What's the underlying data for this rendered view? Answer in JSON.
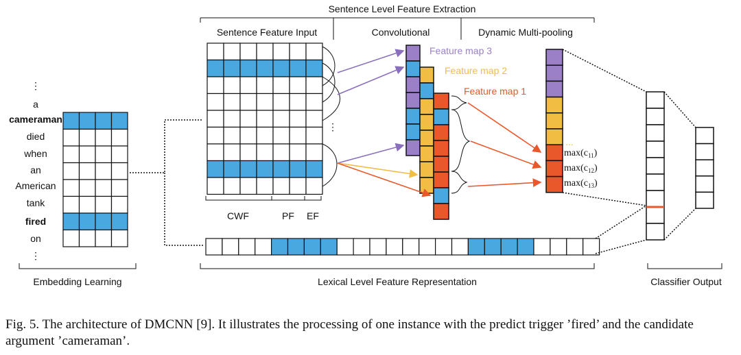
{
  "colors": {
    "blue": "#4aa8e0",
    "purple": "#9b80c8",
    "yellow": "#f2bd43",
    "orange": "#e8582b",
    "black": "#111111",
    "white": "#ffffff"
  },
  "section_titles": {
    "top": "Sentence Level Feature Extraction",
    "sentence_input": "Sentence Feature Input",
    "convolutional": "Convolutional",
    "pooling": "Dynamic Multi-pooling"
  },
  "words": [
    "⋮",
    "a",
    "cameraman",
    "died",
    "when",
    "an",
    "American",
    "tank",
    "fired",
    "on",
    "⋮"
  ],
  "feature_groups": [
    "CWF",
    "PF",
    "EF"
  ],
  "feature_maps": [
    "Feature map 3",
    "Feature map 2",
    "Feature map 1"
  ],
  "pool_labels": [
    {
      "base": "max(c",
      "sub": "11",
      "close": ")"
    },
    {
      "base": "max(c",
      "sub": "12",
      "close": ")"
    },
    {
      "base": "max(c",
      "sub": "13",
      "close": ")"
    }
  ],
  "pool_dots": "...",
  "bottom_labels": {
    "embedding": "Embedding Learning",
    "lexical": "Lexical Level Feature Representation",
    "classifier": "Classifier Output"
  },
  "caption": "Fig. 5.  The architecture of DMCNN [9]. It illustrates the processing of one instance with the predict trigger ’fired’ and the candidate argument ’cameraman’."
}
